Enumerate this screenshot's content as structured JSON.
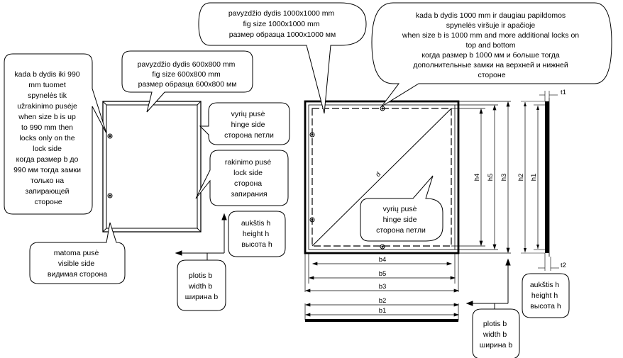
{
  "callouts": {
    "left_lock_note": [
      "kada b dydis iki 990",
      "mm tuomet",
      "spynelės tik",
      "užrakinimo pusėje",
      "when size b is up",
      "to 990 mm then",
      "locks only on the",
      "lock side",
      "когда размер b до",
      "990 мм тогда замки",
      "только на",
      "запирающей",
      "стороне"
    ],
    "fig_600": [
      "pavyzdžio dydis 600x800 mm",
      "fig size 600x800 mm",
      "размер образца 600x800 мм"
    ],
    "fig_1000": [
      "pavyzdžio dydis 1000x1000 mm",
      "fig size 1000x1000 mm",
      "размер образца 1000x1000 мм"
    ],
    "top_right_note": [
      "kada b dydis 1000 mm ir daugiau papildomos",
      "spynelės viršuje ir apačioje",
      "when size b is 1000 mm and more additional locks on",
      "top and bottom",
      "когда размер b 1000 мм и больше тогда",
      "дополнительные замки на верхней и нижней",
      "стороне"
    ],
    "hinge_side_left": [
      "vyrių pusė",
      "hinge side",
      "сторона петли"
    ],
    "lock_side": [
      "rakinimo pusė",
      "lock side",
      "сторона",
      "запирания"
    ],
    "height_left": [
      "aukštis h",
      "height h",
      "высота h"
    ],
    "visible_side": [
      "matoma pusė",
      "visible side",
      "видимая сторона"
    ],
    "width_left": [
      "plotis b",
      "width b",
      "ширина b"
    ],
    "hinge_side_right": [
      "vyrių pusė",
      "hinge side",
      "сторона петли"
    ],
    "height_right": [
      "aukštis h",
      "height h",
      "высота h"
    ],
    "width_right": [
      "plotis b",
      "width b",
      "ширина b"
    ]
  },
  "dimensions": {
    "b4": "b4",
    "b5": "b5",
    "b3": "b3",
    "b2": "b2",
    "b1": "b1",
    "h4": "h4",
    "h5": "h5",
    "h3": "h3",
    "h2": "h2",
    "h1": "h1",
    "t1": "t1",
    "t2": "t2",
    "diag": "d"
  }
}
